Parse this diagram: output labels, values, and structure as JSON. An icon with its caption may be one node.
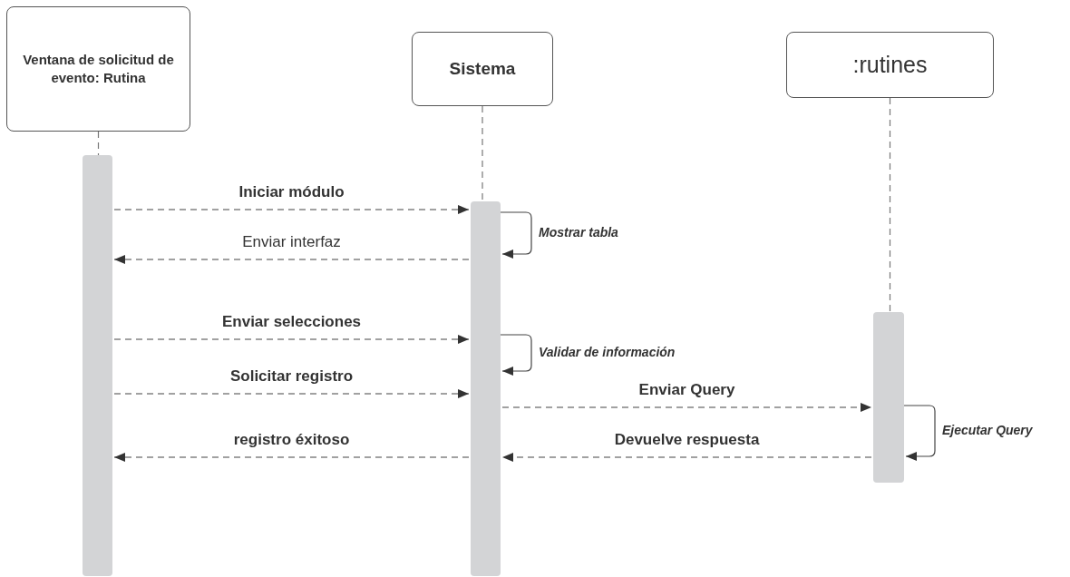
{
  "diagram": {
    "nodes": [
      {
        "text": [
          "Ventana de solicitud de evento: Rutina"
        ]
      },
      {
        "text": [
          "Sistema"
        ]
      },
      {
        "text": [
          ":rutines"
        ]
      },
      {
        "text": [],
        "shape": "bar"
      },
      {
        "text": [],
        "shape": "bar"
      },
      {
        "text": [],
        "shape": "bar"
      }
    ],
    "edges": [
      {
        "from": 0,
        "to": 3,
        "arrow": "none",
        "style": "dashed"
      },
      {
        "from": 1,
        "to": 4,
        "arrow": "none",
        "style": "dashed"
      },
      {
        "from": 2,
        "to": 5,
        "arrow": "none",
        "style": "dashed"
      },
      {
        "from": 3,
        "to": 4,
        "arrow": "to",
        "style": "dashed",
        "label": "Iniciar módulo"
      },
      {
        "from": 4,
        "to": 4,
        "arrow": "to",
        "label": "Mostrar tabla"
      },
      {
        "from": 4,
        "to": 3,
        "arrow": "to",
        "style": "dashed",
        "label": "Enviar interfaz"
      },
      {
        "from": 3,
        "to": 4,
        "arrow": "to",
        "style": "dashed",
        "label": "Enviar selecciones"
      },
      {
        "from": 4,
        "to": 4,
        "arrow": "to",
        "label": "Validar de información"
      },
      {
        "from": 3,
        "to": 4,
        "arrow": "to",
        "style": "dashed",
        "label": "Solicitar registro"
      },
      {
        "from": 4,
        "to": 5,
        "arrow": "to",
        "style": "dashed",
        "label": "Enviar Query"
      },
      {
        "from": 5,
        "to": 5,
        "arrow": "to",
        "label": "Ejecutar Query"
      },
      {
        "from": 5,
        "to": 4,
        "arrow": "to",
        "style": "dashed",
        "label": "Devuelve respuesta"
      },
      {
        "from": 4,
        "to": 3,
        "arrow": "to",
        "style": "dashed",
        "label": "registro éxitoso"
      }
    ]
  }
}
